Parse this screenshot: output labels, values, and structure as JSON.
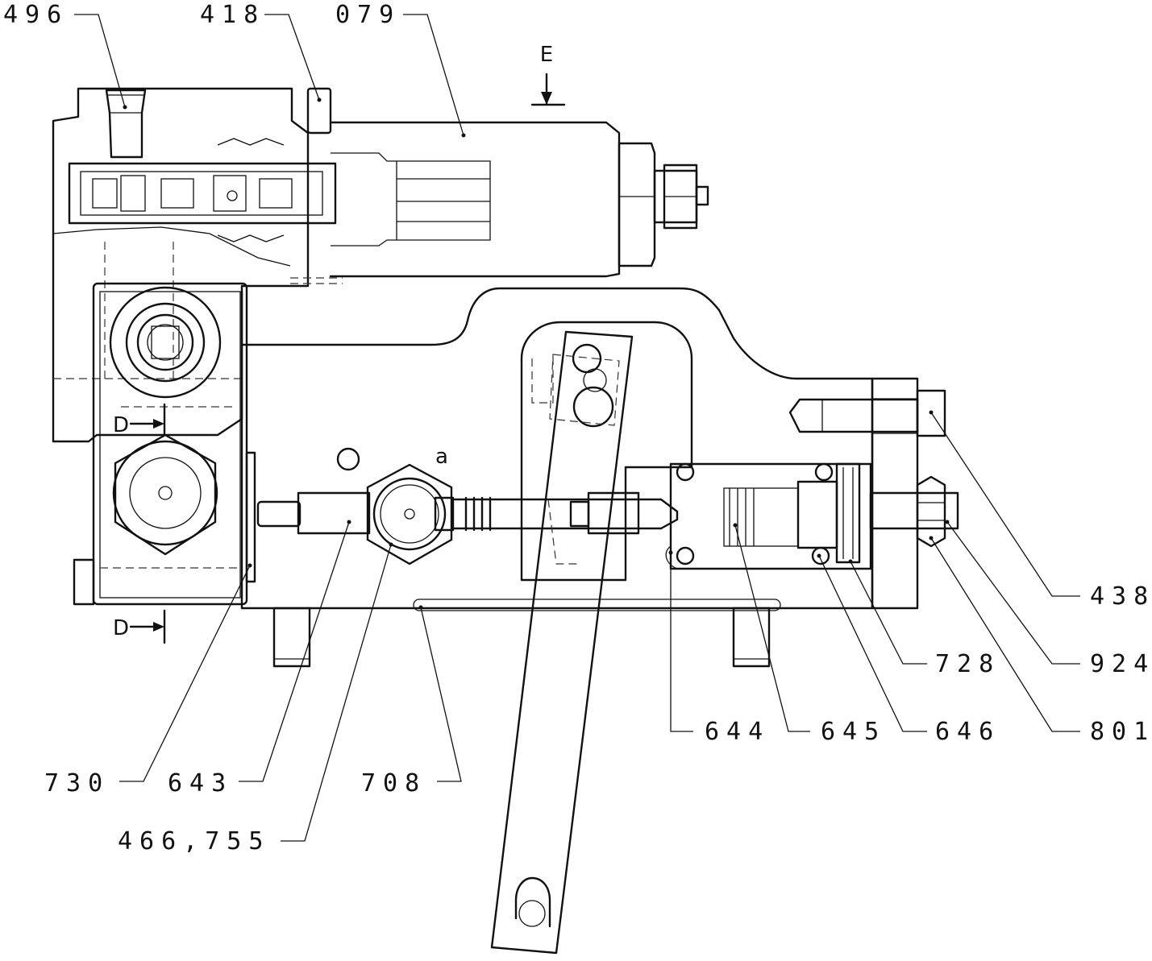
{
  "callouts": {
    "p496": "496",
    "p418": "418",
    "p079": "079",
    "p438": "438",
    "p924": "924",
    "p728": "728",
    "p801": "801",
    "p644": "644",
    "p645": "645",
    "p646": "646",
    "p730": "730",
    "p643": "643",
    "p708": "708",
    "p466_755": "466,755"
  },
  "view_marks": {
    "e": "E",
    "d_top": "D",
    "d_bottom": "D",
    "a": "a"
  },
  "colors": {
    "line": "#111111",
    "background": "#ffffff"
  }
}
